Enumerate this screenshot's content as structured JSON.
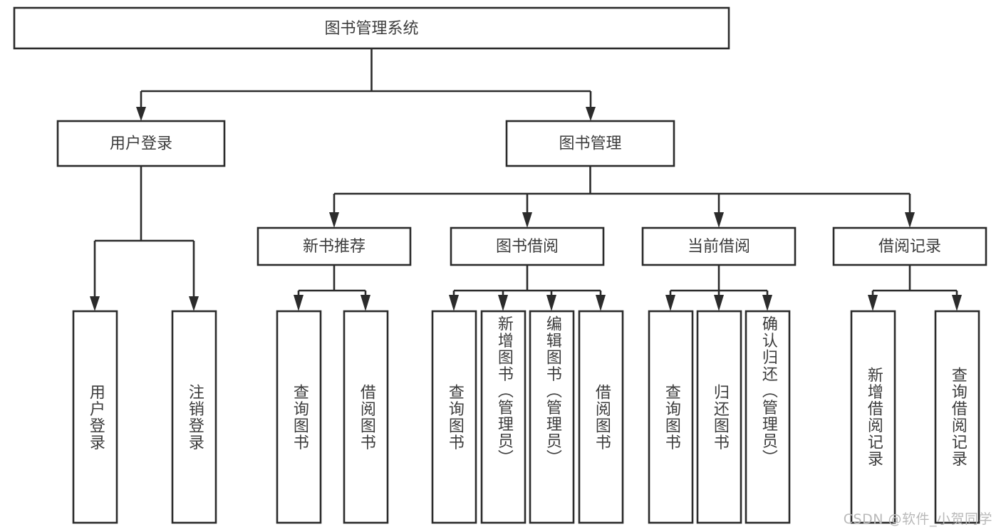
{
  "diagram": {
    "title": "图书管理系统",
    "type": "tree-hierarchy",
    "orientation": "top-down",
    "colors": {
      "stroke": "#2b2b2b",
      "box_fill": "#ffffff",
      "text": "#3c3c3c",
      "background": "#ffffff",
      "watermark": "#b9b9b9"
    }
  },
  "root": {
    "label": "图书管理系统"
  },
  "level2": [
    {
      "id": "user-login",
      "label": "用户登录"
    },
    {
      "id": "book-management",
      "label": "图书管理"
    }
  ],
  "level3": [
    {
      "id": "new-book-recommend",
      "label": "新书推荐",
      "parent": "book-management"
    },
    {
      "id": "book-borrow",
      "label": "图书借阅",
      "parent": "book-management"
    },
    {
      "id": "current-borrow",
      "label": "当前借阅",
      "parent": "book-management"
    },
    {
      "id": "borrow-record",
      "label": "借阅记录",
      "parent": "book-management"
    }
  ],
  "leaves": [
    {
      "id": "leaf-user-login",
      "label": "用户登录",
      "parent": "user-login"
    },
    {
      "id": "leaf-user-logout",
      "label": "注销登录",
      "parent": "user-login"
    },
    {
      "id": "leaf-query-book-1",
      "label": "查询图书",
      "parent": "new-book-recommend"
    },
    {
      "id": "leaf-borrow-book-1",
      "label": "借阅图书",
      "parent": "new-book-recommend"
    },
    {
      "id": "leaf-query-book-2",
      "label": "查询图书",
      "parent": "book-borrow"
    },
    {
      "id": "leaf-add-book",
      "label": "新增图书（管理员）",
      "parent": "book-borrow"
    },
    {
      "id": "leaf-edit-book",
      "label": "编辑图书（管理员）",
      "parent": "book-borrow"
    },
    {
      "id": "leaf-borrow-book-2",
      "label": "借阅图书",
      "parent": "book-borrow"
    },
    {
      "id": "leaf-query-book-3",
      "label": "查询图书",
      "parent": "current-borrow"
    },
    {
      "id": "leaf-return-book",
      "label": "归还图书",
      "parent": "current-borrow"
    },
    {
      "id": "leaf-confirm-return",
      "label": "确认归还（管理员）",
      "parent": "current-borrow"
    },
    {
      "id": "leaf-add-record",
      "label": "新增借阅记录",
      "parent": "borrow-record"
    },
    {
      "id": "leaf-query-record",
      "label": "查询借阅记录",
      "parent": "borrow-record"
    }
  ],
  "watermark": {
    "text": "CSDN @软件_小贺同学"
  }
}
